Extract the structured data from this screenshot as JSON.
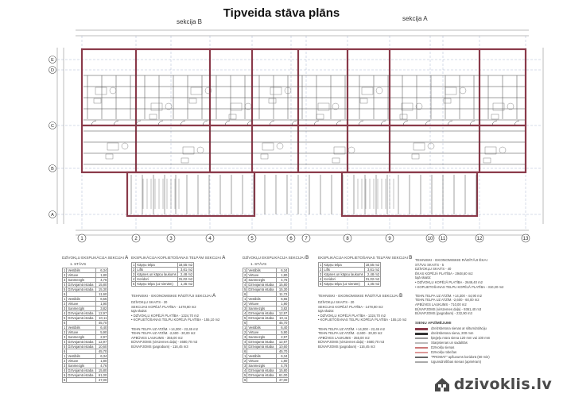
{
  "title": "Tipveida stāva plāns",
  "section_labels": {
    "left": "sekcija B",
    "right": "sekcija A"
  },
  "watermark": "dzivoklis.lv",
  "axis_bottom": [
    "1",
    "2",
    "3",
    "4",
    "5",
    "6",
    "7",
    "8",
    "9",
    "10",
    "11",
    "12",
    "13"
  ],
  "axis_left": [
    "E",
    "D",
    "C",
    "B",
    "A"
  ],
  "tables": {
    "a1": {
      "header": "DZĪVOKĻU EKSPLIKĀCIJA SEKCIJAI",
      "section": "A",
      "floor": "1. STĀVS",
      "rows": [
        [
          "1",
          "Vestibils",
          "6,34"
        ],
        [
          "2",
          "Virtuve",
          "1,80"
        ],
        [
          "3",
          "Sanmezgls",
          "4,76"
        ],
        [
          "4",
          "Dzīvojamā istaba",
          "15,80"
        ],
        [
          "5",
          "Dzīvojamā istaba",
          "15,30"
        ],
        [
          "6",
          "",
          "11,60"
        ],
        [
          "1",
          "Vestibils",
          "6,55"
        ],
        [
          "2",
          "Virtuve",
          "1,90"
        ],
        [
          "3",
          "Sanmezgls",
          "3,82"
        ],
        [
          "4",
          "Dzīvojamā istaba",
          "12,97"
        ],
        [
          "5",
          "Dzīvojamā istaba",
          "10,11"
        ],
        [
          "6",
          "",
          "45,70"
        ],
        [
          "1",
          "Vestibils",
          "6,40"
        ],
        [
          "2",
          "Virtuve",
          "5,90"
        ],
        [
          "3",
          "Sanmezgls",
          "2,97"
        ],
        [
          "4",
          "Dzīvojamā istaba",
          "12,97"
        ],
        [
          "5",
          "Dzīvojamā istaba",
          "10,60"
        ],
        [
          "6",
          "",
          "45,70"
        ],
        [
          "1",
          "Vestibils",
          "6,34"
        ],
        [
          "2",
          "Virtuve",
          "1,80"
        ],
        [
          "3",
          "Sanmezgls",
          "4,76"
        ],
        [
          "4",
          "Dzīvojamā istaba",
          "15,80"
        ],
        [
          "5",
          "Dzīvojamā istaba",
          "61,00"
        ],
        [
          "6",
          "",
          "47,00"
        ]
      ]
    },
    "a2": {
      "header": "EKSPLIKĀCIJA KOPLIETOŠANAS TELPĀM SEKCIJAI",
      "section": "A",
      "rows": [
        [
          "1",
          "Kāpņu telpa",
          "18,55 m2"
        ],
        [
          "2",
          "Lifts",
          "3,61 m2"
        ],
        [
          "3",
          "Kāpnes un kāpņu laukums",
          "2,48 m2"
        ],
        [
          "4",
          "Koridori",
          "31,02 m2"
        ],
        [
          "5",
          "Kāpņu telpa (uz sienām)",
          "1,45 m2"
        ]
      ],
      "notes_header": "TEHNISKI - EKONOMISKIE RĀDĪTĀJI SEKCIJAI",
      "notes_section": "A",
      "notes": [
        "DZĪVOKĻU SKAITS  -  20",
        "SEKCIJAS KOPĒJĀ PLATĪBA - 1478,80 m2",
        "  tajā skaitā:",
        "• DZĪVOKĻU KOPĒJĀ PLATĪBA - 1324,70 m2",
        "• KOPLIETOŠANAS TELPU KOPĒJĀ PLATĪBA - 155,10 m2",
        "",
        "TEHN.TELPA UZ ATZĪM. +14,300  - 22,45 m2",
        "TEHN.TELPA UZ ATZĪM. -2,600   - 30,00 m2",
        "APBŪVES LAUKUMS                 - 355,00 m2",
        "BŪVAPJOMS (virszemes daļa)      - 4680,70 m3",
        "BŪVAPJOMS (pagrabam)            - 116,45 m3"
      ]
    },
    "b1": {
      "header": "DZĪVOKĻU EKSPLIKĀCIJA SEKCIJAI",
      "section": "B",
      "floor": "1. STĀVS",
      "rows": [
        [
          "1",
          "Vestibils",
          "6,34"
        ],
        [
          "2",
          "Virtuve",
          "1,80"
        ],
        [
          "3",
          "Sanmezgls",
          "4,76"
        ],
        [
          "4",
          "Dzīvojamā istaba",
          "15,80"
        ],
        [
          "5",
          "Dzīvojamā istaba",
          "15,30"
        ],
        [
          "6",
          "",
          "11,72"
        ],
        [
          "1",
          "Vestibils",
          "6,55"
        ],
        [
          "2",
          "Virtuve",
          "1,90"
        ],
        [
          "3",
          "Sanmezgls",
          "3,82"
        ],
        [
          "4",
          "Dzīvojamā istaba",
          "12,97"
        ],
        [
          "5",
          "Dzīvojamā istaba",
          "10,11"
        ],
        [
          "6",
          "",
          "45,70"
        ],
        [
          "1",
          "Vestibils",
          "6,40"
        ],
        [
          "2",
          "Virtuve",
          "5,90"
        ],
        [
          "3",
          "Sanmezgls",
          "2,97"
        ],
        [
          "4",
          "Dzīvojamā istaba",
          "12,97"
        ],
        [
          "5",
          "Dzīvojamā istaba",
          "10,60"
        ],
        [
          "6",
          "",
          "45,70"
        ],
        [
          "1",
          "Vestibils",
          "6,34"
        ],
        [
          "2",
          "Virtuve",
          "1,80"
        ],
        [
          "3",
          "Sanmezgls",
          "4,76"
        ],
        [
          "4",
          "Dzīvojamā istaba",
          "15,80"
        ],
        [
          "5",
          "Dzīvojamā istaba",
          "61,00"
        ],
        [
          "6",
          "",
          "47,00"
        ]
      ]
    },
    "b2": {
      "header": "EKSPLIKĀCIJA KOPLIETOŠANAS TELPĀM SEKCIJAI",
      "section": "B",
      "rows": [
        [
          "1",
          "Kāpņu telpa",
          "18,55 m2"
        ],
        [
          "2",
          "Lifts",
          "3,61 m2"
        ],
        [
          "3",
          "Kāpnes un kāpņu laukums",
          "2,48 m2"
        ],
        [
          "4",
          "Koridori",
          "31,02 m2"
        ],
        [
          "5",
          "Kāpņu telpa (uz sienām)",
          "1,45 m2"
        ]
      ],
      "notes_header": "TEHNISKI - EKONOMISKIE RĀDĪTĀJI SEKCIJAI",
      "notes_section": "B",
      "notes": [
        "DZĪVOKĻU SKAITS  -  20",
        "SEKCIJAS KOPĒJĀ PLATĪBA - 1478,80 m2",
        "  tajā skaitā:",
        "• DZĪVOKĻU KOPĒJĀ PLATĪBA - 1324,70 m2",
        "• KOPLIETOŠANAS TELPU KOPĒJĀ PLATĪBA - 155,10 m2",
        "",
        "TEHN.TELPA UZ ATZĪM. +14,300  - 22,45 m2",
        "TEHN.TELPA UZ ATZĪM. -2,600   - 30,00 m2",
        "APBŪVES LAUKUMS                 - 355,00 m2",
        "BŪVAPJOMS (virszemes daļa)      - 4680,70 m3",
        "BŪVAPJOMS (pagrabam)            - 116,45 m3"
      ]
    }
  },
  "summary": {
    "header": "TEHNISKI - EKONOMISKIE RĀDĪTĀJI ĒKAI",
    "lines": [
      "STĀVU SKAITS                       - 5",
      "DZĪVOKĻU SKAITS                    - 40",
      "ĒKAS KOPĒJĀ PLATĪBA               - 2948,60 m2",
      "  tajā skaitā:",
      "• DZĪVOKĻU KOPĒJĀ PLATĪBA  - 2649,40 m2",
      "• KOPLIETOŠANAS TELPU KOPĒJĀ PLATĪBA - 310,20 m2",
      "",
      "TEHN.TELPA UZ ATZĪM. +14,300    - 44,90 m2",
      "TEHN.TELPA UZ ATZĪM. -2,600     - 60,00 m2",
      "APBŪVES LAUKUMS                  - 710,00 m2",
      "BŪVAPJOMS (virszemes daļa)      - 9361,40 m3",
      "BŪVAPJOMS (pagrabam)             - 232,90 m3"
    ]
  },
  "legend": {
    "header": "SIENU APZĪMĒJUMI",
    "items": [
      "dzelzsbetona sienas ar siltumizolāciju",
      "dzelzsbetona siena, 200 mm",
      "ķieģeļu mūra siena 120 mm vai 100 mm",
      "Starpsienas un sadalītās",
      "Dzīvokļu sienas",
      "Dzīvokļu robežas",
      "\"PROMAT\" apšuvums koridorā (60 min)",
      "Ugunsdrošības sienas (apmēram)"
    ]
  }
}
